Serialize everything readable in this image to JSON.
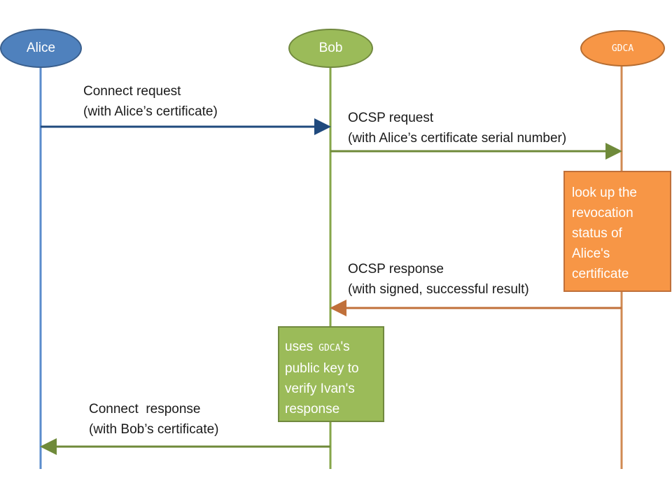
{
  "actors": {
    "alice": "Alice",
    "bob": "Bob",
    "gdca": "GDCA"
  },
  "messages": {
    "connect_request": {
      "line1": "Connect request",
      "line2": "(with Alice’s certificate)"
    },
    "ocsp_request": {
      "line1": "OCSP request",
      "line2": "(with Alice’s certificate serial number)"
    },
    "ocsp_response": {
      "line1": "OCSP response",
      "line2": "(with signed, successful result)"
    },
    "connect_response": {
      "line1": "Connect  response",
      "line2": "(with Bob’s certificate)"
    }
  },
  "notes": {
    "gdca_lookup": [
      "look up the",
      "revocation",
      "status of",
      "Alice's",
      "certificate"
    ],
    "bob_verify": {
      "line1_pre": "uses",
      "line1_mono": "GDCA",
      "line1_post": "'s",
      "line2": "public key to",
      "line3": "verify Ivan's",
      "line4": "response"
    }
  },
  "colors": {
    "alice": "#4f81bd",
    "bob": "#9bbb59",
    "gdca": "#f79646",
    "connect_request_arrow": "#1f497d",
    "ocsp_request_arrow": "#6f8a3a",
    "ocsp_response_arrow": "#c0703a",
    "connect_response_arrow": "#6f8a3a"
  }
}
